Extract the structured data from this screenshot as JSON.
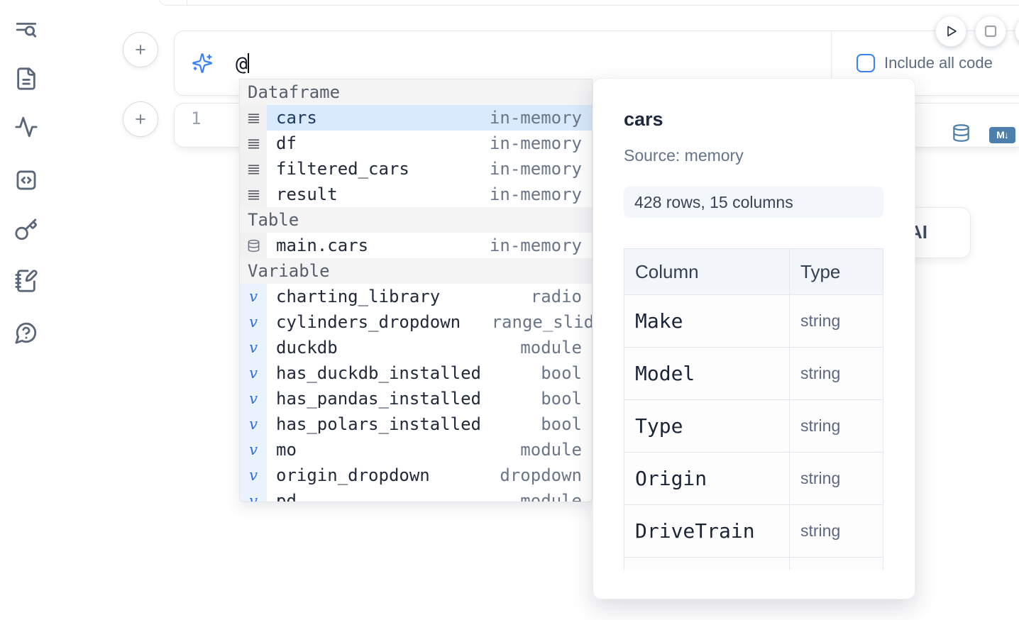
{
  "sidebar": {
    "items": [
      {
        "icon": "table-of-contents-search-icon"
      },
      {
        "icon": "file-document-icon"
      },
      {
        "icon": "activity-icon"
      },
      {
        "icon": "code-snippets-icon"
      },
      {
        "icon": "keys-icon"
      },
      {
        "icon": "scratchpad-icon"
      },
      {
        "icon": "help-icon"
      }
    ]
  },
  "ai_cell": {
    "prompt_text": "@",
    "include_all_code_label": "Include all code"
  },
  "run_controls": {
    "play_icon": "play-icon",
    "stop_icon": "stop-icon"
  },
  "code_cell": {
    "line_number": "1",
    "tools": [
      {
        "icon": "database-icon"
      },
      {
        "icon": "markdown-convert-icon",
        "badge": "M↓"
      }
    ]
  },
  "ai_card": {
    "label": "AI"
  },
  "autocomplete": {
    "sections": [
      {
        "label": "Dataframe",
        "kind": "dataframe",
        "items": [
          {
            "name": "cars",
            "type": "in-memory",
            "selected": true
          },
          {
            "name": "df",
            "type": "in-memory"
          },
          {
            "name": "filtered_cars",
            "type": "in-memory"
          },
          {
            "name": "result",
            "type": "in-memory"
          }
        ]
      },
      {
        "label": "Table",
        "kind": "table",
        "items": [
          {
            "name": "main.cars",
            "type": "in-memory"
          }
        ]
      },
      {
        "label": "Variable",
        "kind": "variable",
        "items": [
          {
            "name": "charting_library",
            "type": "radio"
          },
          {
            "name": "cylinders_dropdown",
            "type": "range_slider",
            "clip": true
          },
          {
            "name": "duckdb",
            "type": "module"
          },
          {
            "name": "has_duckdb_installed",
            "type": "bool"
          },
          {
            "name": "has_pandas_installed",
            "type": "bool"
          },
          {
            "name": "has_polars_installed",
            "type": "bool"
          },
          {
            "name": "mo",
            "type": "module"
          },
          {
            "name": "origin_dropdown",
            "type": "dropdown"
          },
          {
            "name": "pd",
            "type": "module"
          }
        ]
      }
    ]
  },
  "preview": {
    "title": "cars",
    "source": "Source: memory",
    "summary": "428 rows, 15 columns",
    "table": {
      "headers": [
        "Column",
        "Type"
      ],
      "rows": [
        {
          "column": "Make",
          "type": "string"
        },
        {
          "column": "Model",
          "type": "string"
        },
        {
          "column": "Type",
          "type": "string"
        },
        {
          "column": "Origin",
          "type": "string"
        },
        {
          "column": "DriveTrain",
          "type": "string"
        },
        {
          "column": "",
          "type": ""
        }
      ]
    }
  },
  "colors": {
    "accent_blue": "#3b82f6",
    "steel_blue": "#4d7fad",
    "selected_row": "#d9eafc"
  }
}
